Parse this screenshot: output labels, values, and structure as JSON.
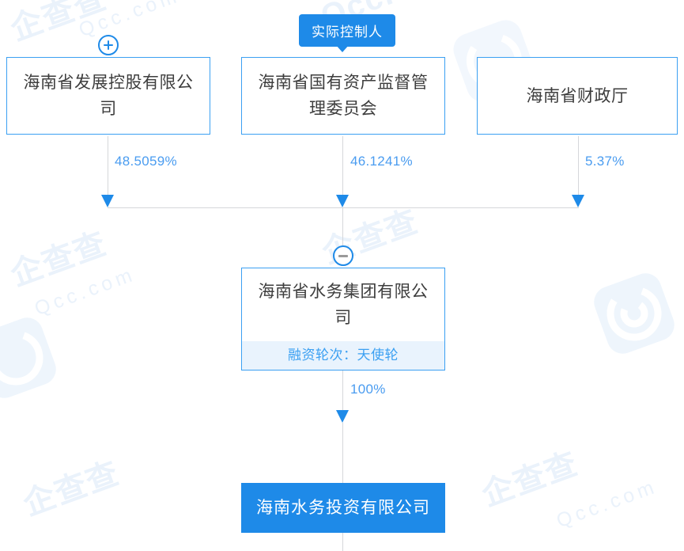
{
  "diagram": {
    "type": "ownership-structure-tree",
    "badge": {
      "label": "实际控制人"
    },
    "shareholders": [
      {
        "name": "海南省发展控股有限公司",
        "percent": "48.5059%",
        "toggle": "expand-icon",
        "toggle_glyph": "+"
      },
      {
        "name": "海南省国有资产监督管理委员会",
        "percent": "46.1241%",
        "badge": "实际控制人"
      },
      {
        "name": "海南省财政厅",
        "percent": "5.37%"
      }
    ],
    "center": {
      "name": "海南省水务集团有限公司",
      "footer_label": "融资轮次：天使轮",
      "toggle": "collapse-icon",
      "toggle_glyph": "−",
      "percent_to_child": "100%"
    },
    "subsidiary": {
      "name": "海南水务投资有限公司"
    },
    "watermark": {
      "brand": "企查查",
      "domain": "Qcc.com",
      "logo": "qcc-logo-icon"
    },
    "colors": {
      "accent": "#1e8ae8",
      "node_border": "#3ba0f2",
      "percent_text": "#4a9cf0",
      "footer_bg": "#e9f3fd",
      "line": "#d5d7da",
      "watermark": "#eaf2fb"
    }
  }
}
